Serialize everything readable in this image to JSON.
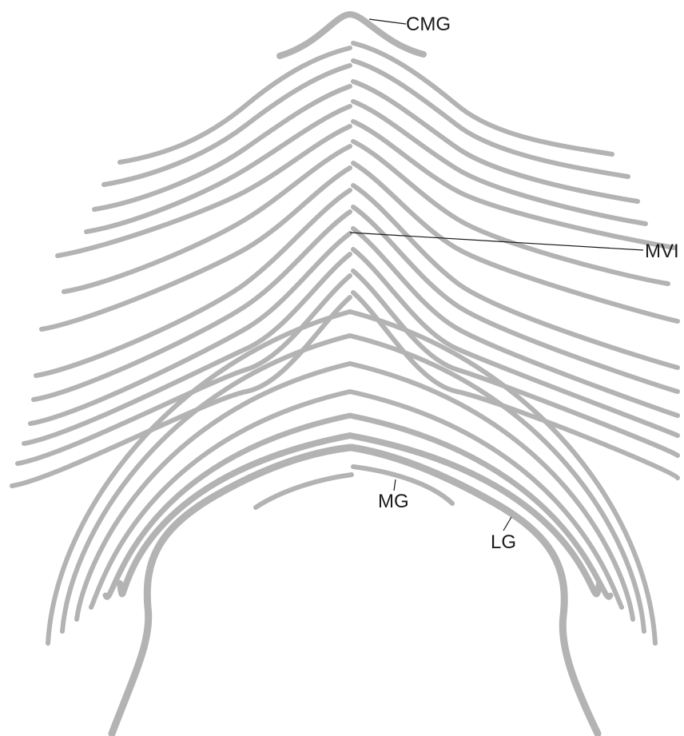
{
  "labels": {
    "cmg": "CMG",
    "mvi": "MVI",
    "mg": "MG",
    "lg": "LG"
  },
  "colors": {
    "ridge": "#b3b3b3",
    "ink": "#1a1a1a",
    "background": "#ffffff"
  }
}
